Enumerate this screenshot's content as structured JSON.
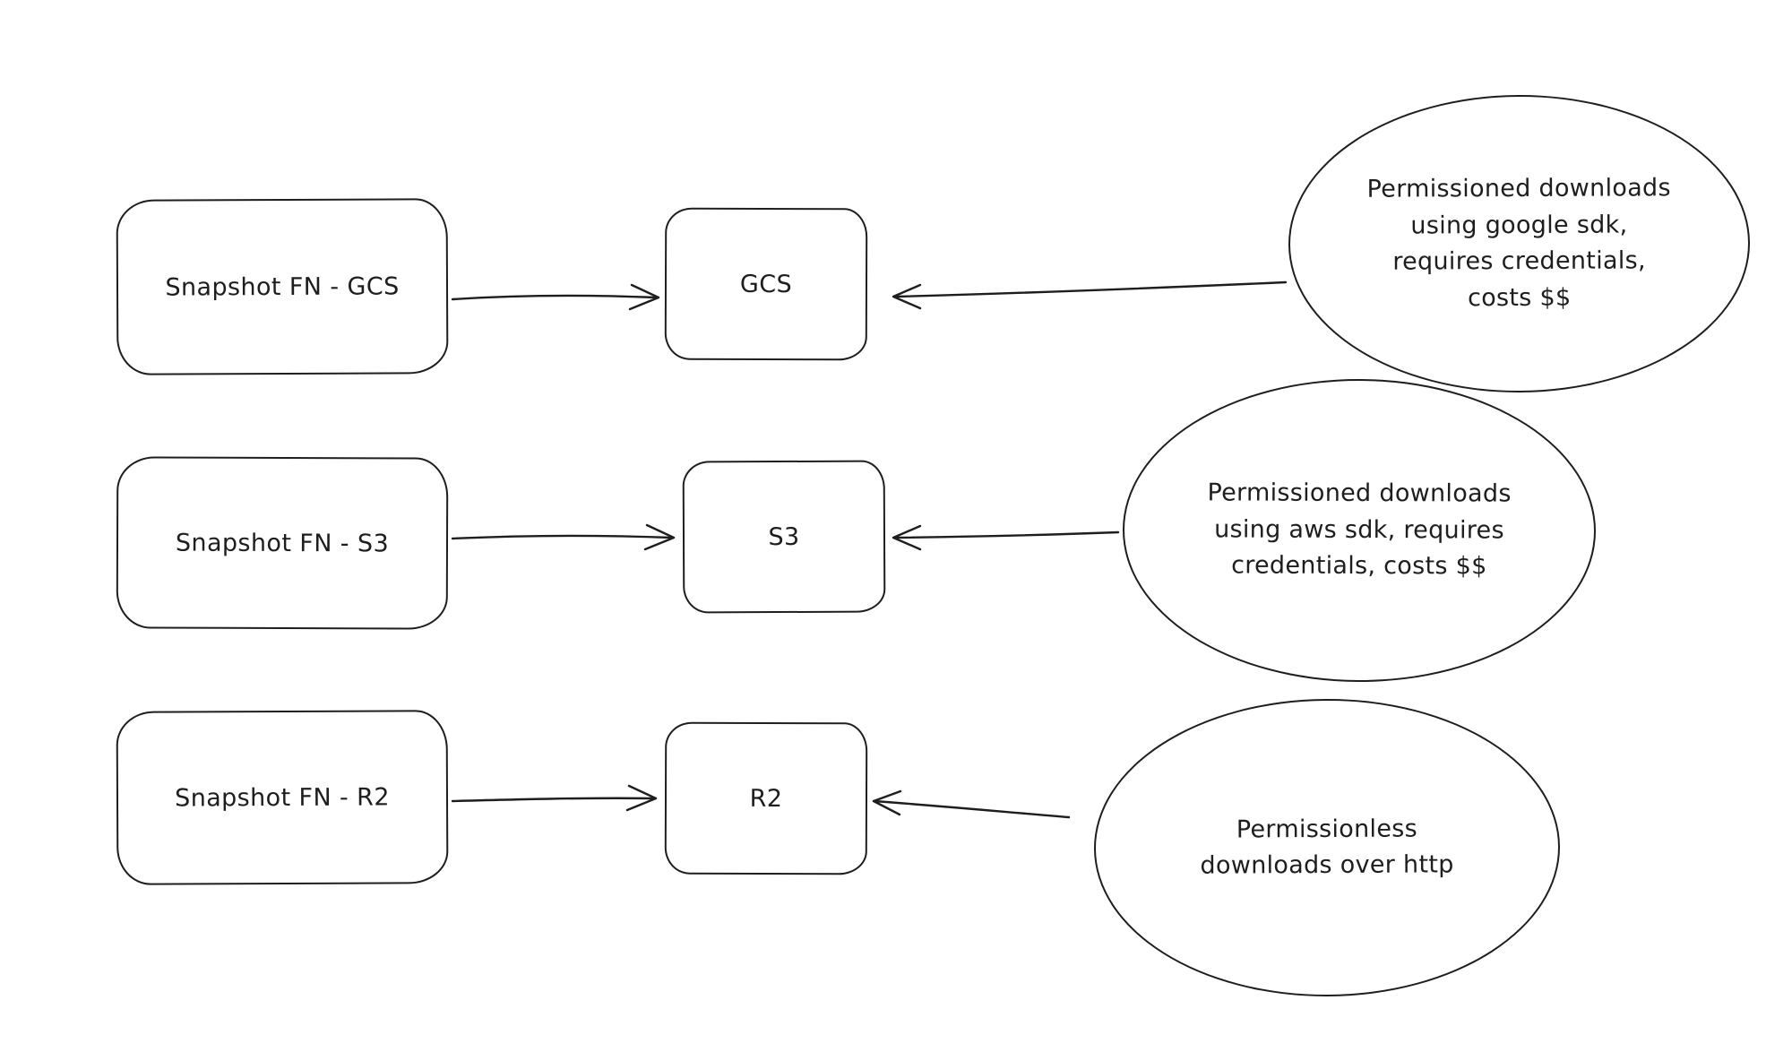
{
  "canvas": {
    "background": "#ffffff",
    "stroke_color": "#1e1e1e",
    "text_color": "#1e1e1e"
  },
  "rows": [
    {
      "source": "Snapshot FN - GCS",
      "target": "GCS",
      "note": "Permissioned downloads\nusing google sdk,\nrequires credentials,\ncosts $$"
    },
    {
      "source": "Snapshot FN - S3",
      "target": "S3",
      "note": "Permissioned downloads\nusing aws sdk, requires\ncredentials, costs $$"
    },
    {
      "source": "Snapshot FN - R2",
      "target": "R2",
      "note": "Permissionless\ndownloads over http"
    }
  ]
}
